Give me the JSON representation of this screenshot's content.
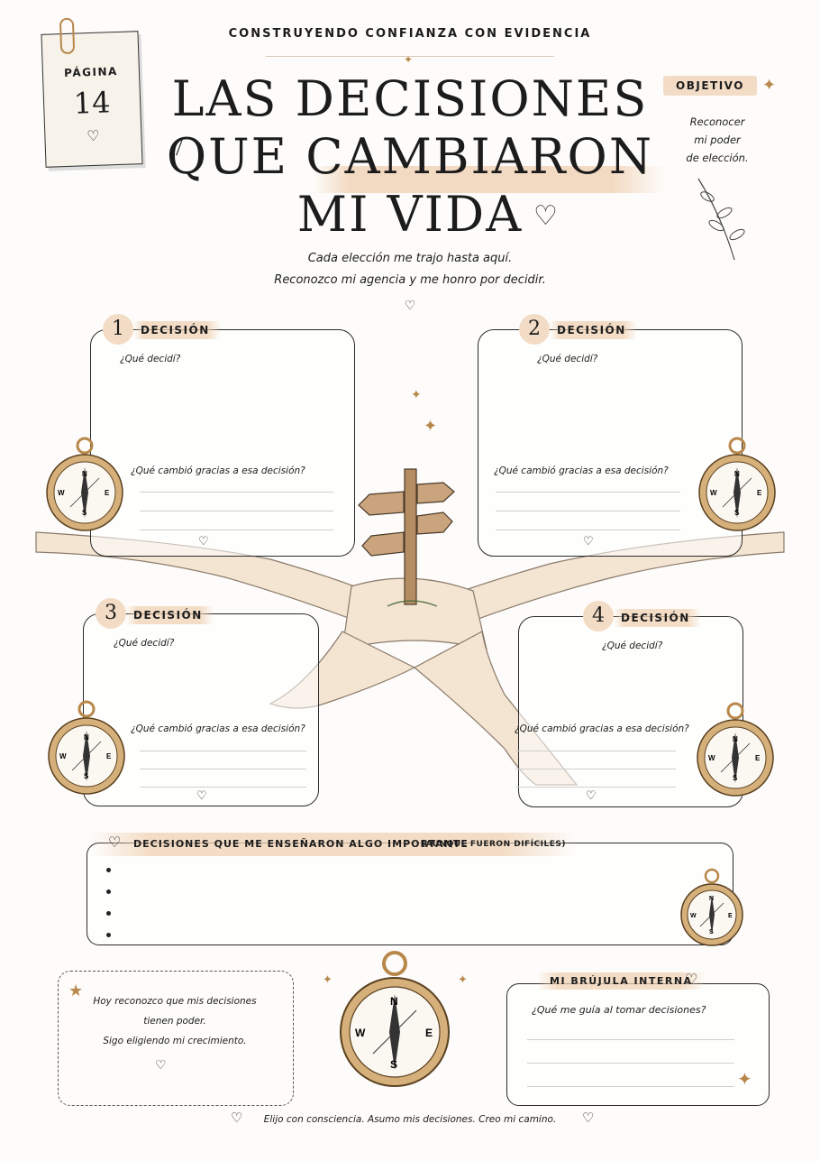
{
  "page_badge": {
    "label": "PÁGINA",
    "number": "14"
  },
  "header": {
    "eyebrow": "CONSTRUYENDO CONFIANZA CON EVIDENCIA",
    "title_line1": "LAS DECISIONES",
    "title_line2": "QUE CAMBIARON",
    "title_line3": "MI VIDA",
    "subtitle_line1": "Cada elección me trajo hasta aquí.",
    "subtitle_line2": "Reconozco mi agencia y me honro por decidir."
  },
  "objective": {
    "label": "OBJETIVO",
    "line1": "Reconocer",
    "line2": "mi poder",
    "line3": "de elección."
  },
  "decisions": [
    {
      "number": "1",
      "label": "DECISIÓN",
      "q1": "¿Qué decidí?",
      "q2": "¿Qué cambió gracias a esa decisión?"
    },
    {
      "number": "2",
      "label": "DECISIÓN",
      "q1": "¿Qué decidí?",
      "q2": "¿Qué cambió gracias a esa decisión?"
    },
    {
      "number": "3",
      "label": "DECISIÓN",
      "q1": "¿Qué decidí?",
      "q2": "¿Qué cambió gracias a esa decisión?"
    },
    {
      "number": "4",
      "label": "DECISIÓN",
      "q1": "¿Qué decidí?",
      "q2": "¿Qué cambió gracias a esa decisión?"
    }
  ],
  "lessons": {
    "title": "DECISIONES QUE ME ENSEÑARON ALGO IMPORTANTE",
    "title_note": "(AUNQUE FUERON DIFÍCILES)"
  },
  "affirmation": {
    "line1": "Hoy reconozco que mis decisiones",
    "line2": "tienen poder.",
    "line3": "Sigo eligiendo mi crecimiento."
  },
  "compass_letters": {
    "n": "N",
    "s": "S",
    "e": "E",
    "w": "W"
  },
  "inner_compass": {
    "title": "MI BRÚJULA INTERNA",
    "question": "¿Qué me guía al tomar decisiones?"
  },
  "footer": {
    "text": "Elijo con consciencia. Asumo mis decisiones. Creo mi camino."
  },
  "colors": {
    "blush": "#f0d2b4",
    "ink": "#1c1c1c",
    "gold": "#b8874a",
    "path": "#f3e2cf"
  }
}
